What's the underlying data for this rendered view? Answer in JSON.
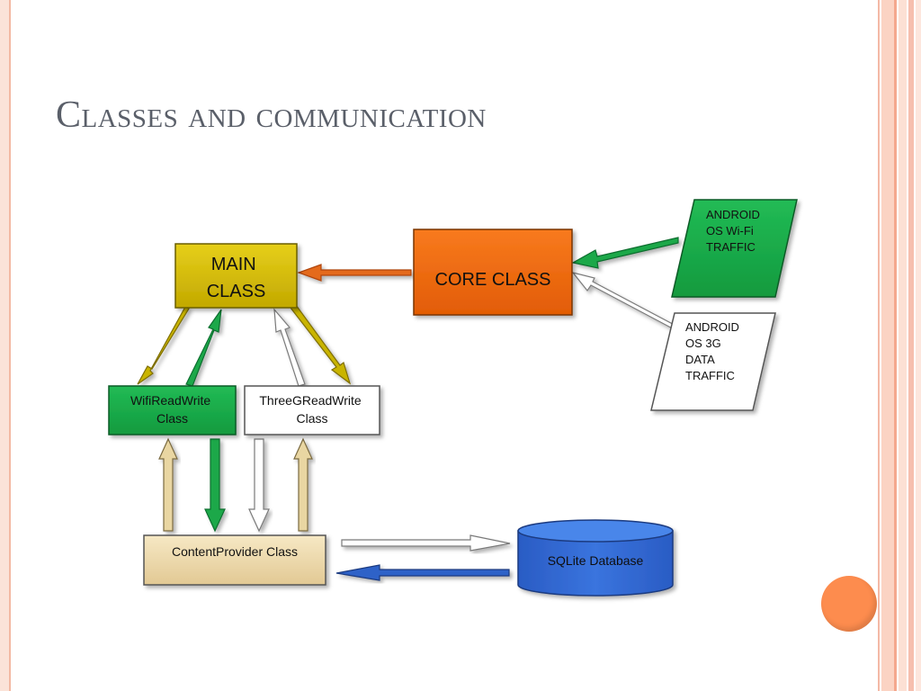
{
  "title": "Classes and communication",
  "nodes": {
    "main": [
      "MAIN",
      "CLASS"
    ],
    "core": [
      "CORE CLASS"
    ],
    "wifi_traffic": [
      "ANDROID",
      "OS Wi-Fi",
      "TRAFFIC"
    ],
    "g3_traffic": [
      "ANDROID",
      "OS 3G",
      "DATA",
      "TRAFFIC"
    ],
    "wifi_rw": [
      "WifiReadWrite",
      "Class"
    ],
    "threeg_rw": [
      "ThreeGReadWrite",
      "Class"
    ],
    "content_provider": [
      "ContentProvider Class"
    ],
    "sqlite": [
      "SQLite Database"
    ]
  },
  "colors": {
    "main": "#d4bb00",
    "core": "#f06a10",
    "green": "#1aaa4a",
    "tan": "#ead6a8",
    "blue": "#2f67d0",
    "white": "#ffffff",
    "accent": "#fd8c4e"
  }
}
